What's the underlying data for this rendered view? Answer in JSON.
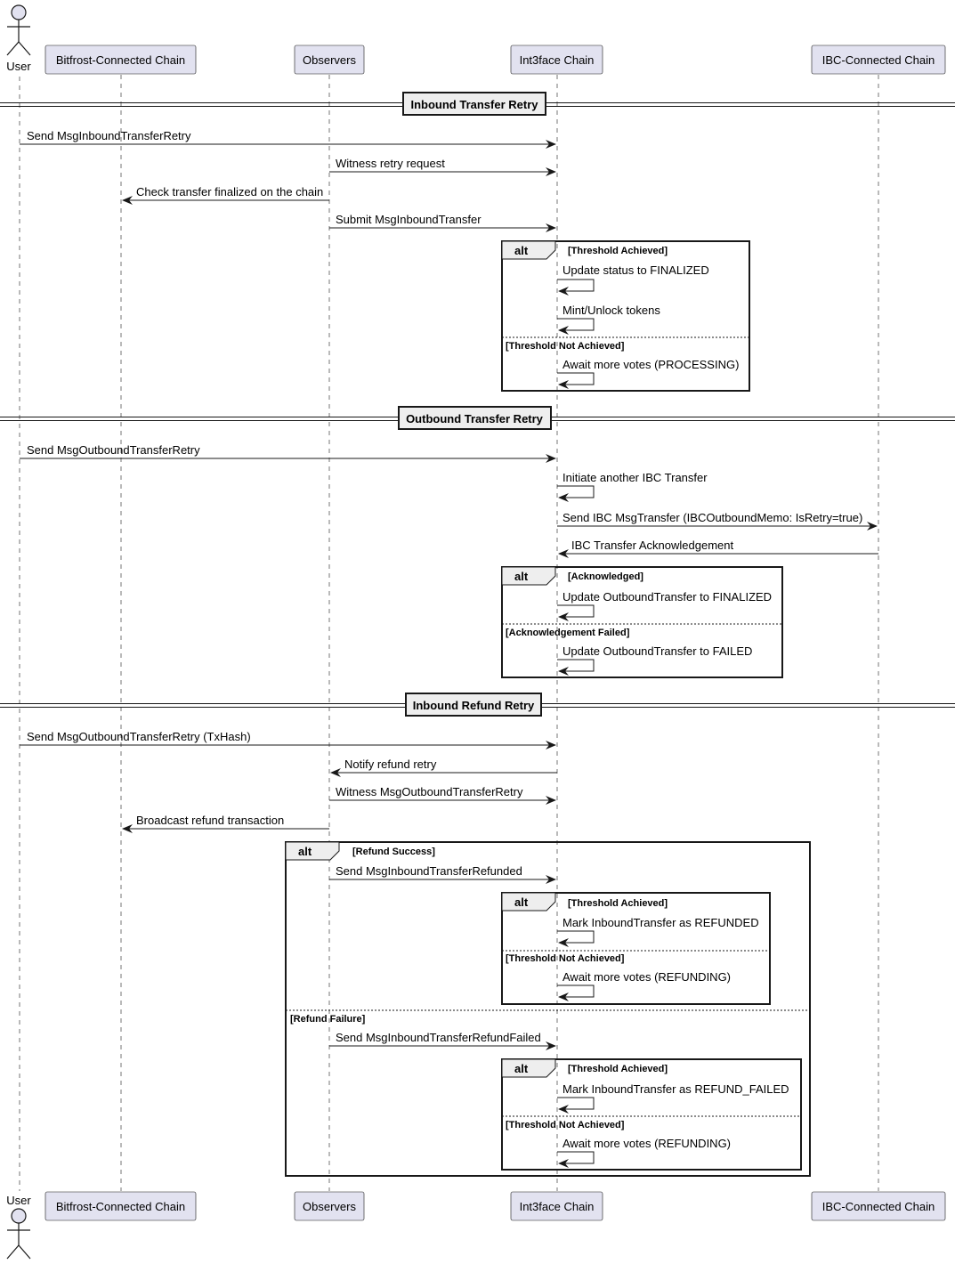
{
  "participants": {
    "user": "User",
    "bitfrost": "Bitfrost-Connected Chain",
    "observers": "Observers",
    "int3face": "Int3face Chain",
    "ibc": "IBC-Connected Chain"
  },
  "sections": {
    "inbound_transfer_retry": "Inbound Transfer Retry",
    "outbound_transfer_retry": "Outbound Transfer Retry",
    "inbound_refund_retry": "Inbound Refund Retry"
  },
  "alt_keyword": "alt",
  "guards": {
    "threshold_achieved": "[Threshold Achieved]",
    "threshold_not_achieved": "[Threshold Not Achieved]",
    "acknowledged": "[Acknowledged]",
    "ack_failed": "[Acknowledgement Failed]",
    "refund_success": "[Refund Success]",
    "refund_failure": "[Refund Failure]"
  },
  "messages": {
    "m1": "Send MsgInboundTransferRetry",
    "m2": "Witness retry request",
    "m3": "Check transfer finalized on the chain",
    "m4": "Submit MsgInboundTransfer",
    "m5": "Update status to FINALIZED",
    "m6": "Mint/Unlock tokens",
    "m7": "Await more votes (PROCESSING)",
    "m8": "Send MsgOutboundTransferRetry",
    "m9": "Initiate another IBC Transfer",
    "m10": "Send IBC MsgTransfer (IBCOutboundMemo: IsRetry=true)",
    "m11": "IBC Transfer Acknowledgement",
    "m12": "Update OutboundTransfer to FINALIZED",
    "m13": "Update OutboundTransfer to FAILED",
    "m14": "Send MsgOutboundTransferRetry (TxHash)",
    "m15": "Notify refund retry",
    "m16": "Witness MsgOutboundTransferRetry",
    "m17": "Broadcast refund transaction",
    "m18": "Send MsgInboundTransferRefunded",
    "m19": "Mark InboundTransfer as REFUNDED",
    "m20": "Await more votes (REFUNDING)",
    "m21": "Send MsgInboundTransferRefundFailed",
    "m22": "Mark InboundTransfer as REFUND_FAILED",
    "m23": "Await more votes (REFUNDING)"
  },
  "colors": {
    "participant_fill": "#e2e2f0",
    "participant_stroke": "#181818",
    "section_fill": "#eeeeee",
    "alt_tab_fill": "#eeeeee",
    "line": "#181818"
  }
}
